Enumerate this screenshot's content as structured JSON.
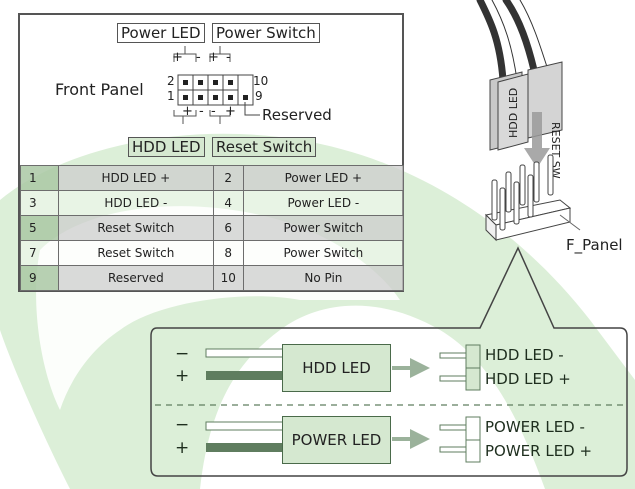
{
  "colors": {
    "background_green": "#d9ecd5",
    "accent_green": "#5f7d5f",
    "frame_gray": "#555555",
    "row_shade": "#d4d4d4"
  },
  "header_diagram": {
    "title": "Front Panel",
    "top_labels": [
      "Power LED",
      "Power Switch"
    ],
    "bottom_labels": [
      "HDD LED",
      "Reset Switch"
    ],
    "reserved_label": "Reserved",
    "row_numbers": {
      "top_left": "2",
      "bottom_left": "1",
      "top_right": "10",
      "bottom_right": "9"
    },
    "top_signs": [
      "+",
      "-",
      "+",
      "-"
    ],
    "bottom_signs": [
      "+",
      "-",
      "-",
      "+"
    ]
  },
  "pin_table": {
    "rows": [
      {
        "pin_a": "1",
        "func_a": "HDD LED +",
        "pin_b": "2",
        "func_b": "Power LED +"
      },
      {
        "pin_a": "3",
        "func_a": "HDD LED -",
        "pin_b": "4",
        "func_b": "Power LED -"
      },
      {
        "pin_a": "5",
        "func_a": "Reset Switch",
        "pin_b": "6",
        "func_b": "Power Switch"
      },
      {
        "pin_a": "7",
        "func_a": "Reset Switch",
        "pin_b": "8",
        "func_b": "Power Switch"
      },
      {
        "pin_a": "9",
        "func_a": "Reserved",
        "pin_b": "10",
        "func_b": "No Pin"
      }
    ]
  },
  "connector_illustration": {
    "connector_labels": [
      "HDD LED",
      "RESET SW"
    ],
    "header_label": "F_Panel"
  },
  "wiring_detail": {
    "sections": [
      {
        "name": "HDD LED",
        "minus": "−",
        "plus": "+",
        "pin_labels": [
          "HDD LED -",
          "HDD LED +"
        ]
      },
      {
        "name": "POWER LED",
        "minus": "−",
        "plus": "+",
        "pin_labels": [
          "POWER LED -",
          "POWER LED +"
        ]
      }
    ]
  }
}
